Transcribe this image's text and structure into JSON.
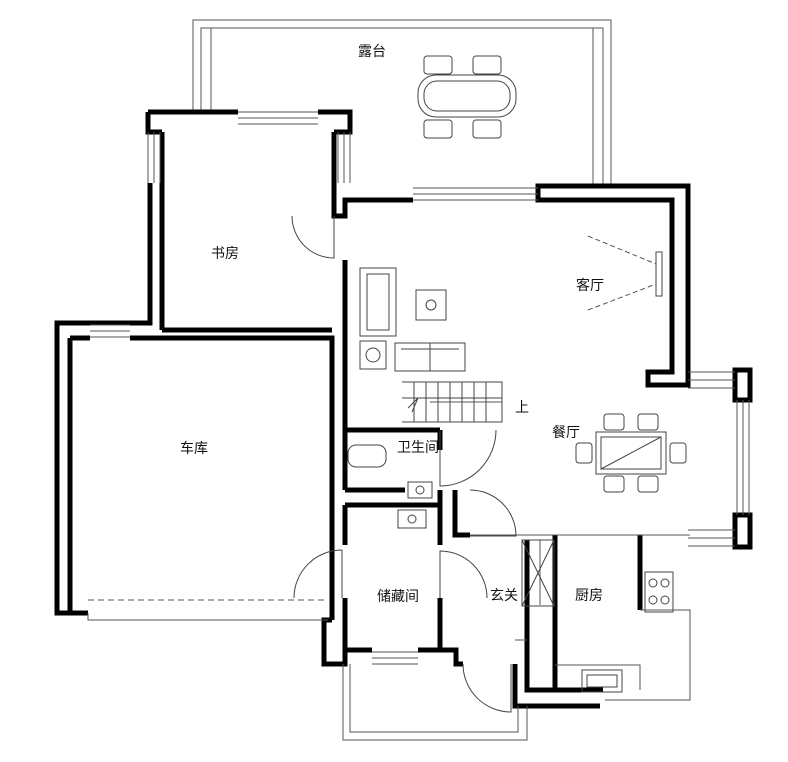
{
  "title": "",
  "rooms": {
    "terrace": "露台",
    "study": "书房",
    "living_room": "客厅",
    "garage": "车库",
    "dining_room": "餐厅",
    "bathroom": "卫生间",
    "storage": "储藏间",
    "entrance": "玄关",
    "kitchen": "厨房"
  },
  "stairs_label": "上",
  "colors": {
    "wall": "#000000",
    "line": "#555555",
    "background": "#ffffff"
  }
}
